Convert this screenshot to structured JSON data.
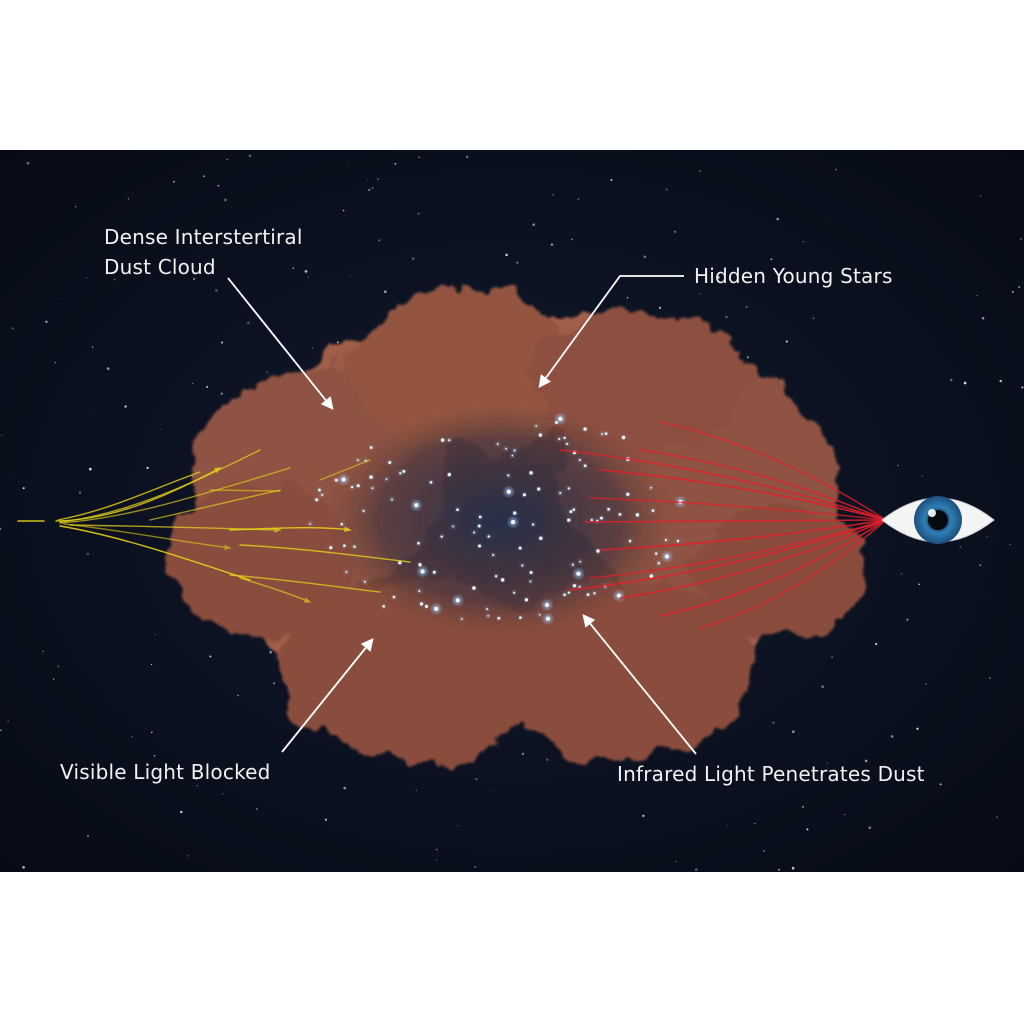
{
  "labels": {
    "dust_cloud_line1": "Dense Interstertiral",
    "dust_cloud_line2": "Dust Cloud",
    "hidden_stars": "Hidden Young Stars",
    "visible_blocked": "Visible Light Blocked",
    "infrared_penetrates": "Infrared Light Penetrates Dust"
  },
  "colors": {
    "space_background": "#0b1120",
    "dust_cloud": "#8a4e3e",
    "visible_light": "#e8d21a",
    "infrared_light": "#e0202a",
    "star_glow": "#bfe0ff",
    "eye_iris": "#2f7fb8",
    "label_text": "#f2f2f2"
  },
  "icons": {
    "observer": "eye-icon"
  }
}
